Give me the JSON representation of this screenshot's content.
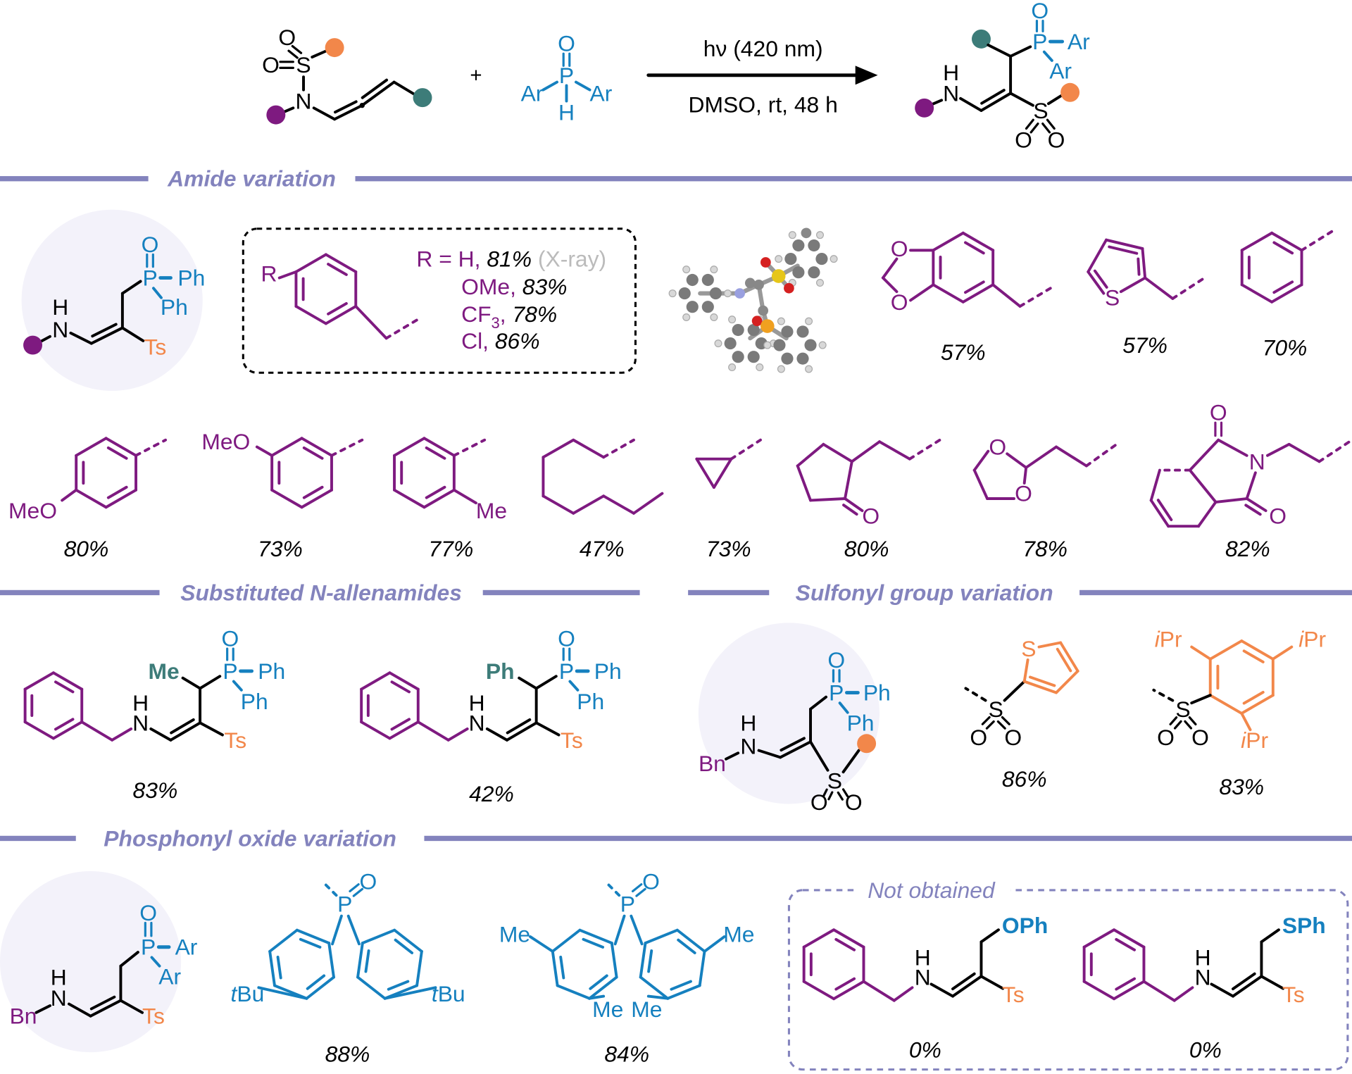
{
  "colors": {
    "purple": "#7e1a80",
    "blue": "#1580bf",
    "orange": "#f2874a",
    "teal": "#3d7c79",
    "section": "#8383bd",
    "circle": "#f3f2fa",
    "gray": "#bbbbbb"
  },
  "scheme": {
    "r1": [
      "O",
      "O",
      "S",
      "N"
    ],
    "plus": "+",
    "r2": [
      "O",
      "P",
      "Ar",
      "Ar",
      "H"
    ],
    "cond_top": "hν (420 nm)",
    "cond_bottom": "DMSO, rt, 48 h",
    "product": [
      "O",
      "P",
      "Ar",
      "Ar",
      "H",
      "N",
      "S",
      "O",
      "O"
    ]
  },
  "sections": {
    "amide": "Amide variation",
    "allenamides": "Substituted N-allenamides",
    "sulfonyl": "Sulfonyl group variation",
    "phosphonyl": "Phosphonyl oxide variation"
  },
  "amide": {
    "core": [
      "O",
      "P",
      "Ph",
      "Ph",
      "H",
      "N",
      "Ts"
    ],
    "box": {
      "r": "R",
      "l1": {
        "text": "R = H, ",
        "yield": "81%",
        "note": " (X-ray)"
      },
      "l2": {
        "text": "OMe, ",
        "yield": "83%"
      },
      "l3": {
        "text": "CF",
        "sub": "3",
        "comma": ", ",
        "yield": "78%"
      },
      "l4": {
        "text": "Cl, ",
        "yield": "86%"
      }
    },
    "items": [
      {
        "labels": [
          "O",
          "O"
        ],
        "yield": "57%"
      },
      {
        "labels": [
          "S"
        ],
        "yield": "57%"
      },
      {
        "yield": "70%"
      },
      {
        "labels": [
          "MeO"
        ],
        "yield": "80%"
      },
      {
        "labels": [
          "MeO"
        ],
        "yield": "73%"
      },
      {
        "labels": [
          "Me"
        ],
        "yield": "77%"
      },
      {
        "yield": "47%"
      },
      {
        "yield": "73%"
      },
      {
        "labels": [
          "O"
        ],
        "yield": "80%"
      },
      {
        "labels": [
          "O",
          "O"
        ],
        "yield": "78%"
      },
      {
        "labels": [
          "O",
          "N",
          "O"
        ],
        "yield": "82%"
      }
    ]
  },
  "allenamides": {
    "items": [
      {
        "labels": [
          "H",
          "N",
          "Me",
          "O",
          "P",
          "Ph",
          "Ph",
          "Ts"
        ],
        "yield": "83%"
      },
      {
        "labels": [
          "H",
          "N",
          "Ph",
          "O",
          "P",
          "Ph",
          "Ph",
          "Ts"
        ],
        "yield": "42%"
      }
    ]
  },
  "sulfonyl": {
    "core": [
      "O",
      "P",
      "Ph",
      "Ph",
      "H",
      "N",
      "Bn",
      "S",
      "O",
      "O"
    ],
    "items": [
      {
        "labels": [
          "S",
          "S",
          "O",
          "O"
        ],
        "yield": "86%"
      },
      {
        "labels": [
          "S",
          "O",
          "O"
        ],
        "ipr": [
          "i",
          "Pr"
        ],
        "yield": "83%"
      }
    ]
  },
  "phosphonyl": {
    "core": [
      "O",
      "P",
      "Ar",
      "Ar",
      "H",
      "N",
      "Bn",
      "Ts"
    ],
    "items": [
      {
        "labels": [
          "P",
          "O"
        ],
        "tbu": [
          "t",
          "Bu"
        ],
        "yield": "88%"
      },
      {
        "labels": [
          "P",
          "O",
          "Me",
          "Me",
          "Me",
          "Me"
        ],
        "yield": "84%"
      }
    ],
    "not_obtained": {
      "title": "Not obtained",
      "items": [
        {
          "labels": [
            "H",
            "N",
            "OPh",
            "Ts"
          ],
          "yield": "0%"
        },
        {
          "labels": [
            "H",
            "N",
            "SPh",
            "Ts"
          ],
          "yield": "0%"
        }
      ]
    }
  }
}
